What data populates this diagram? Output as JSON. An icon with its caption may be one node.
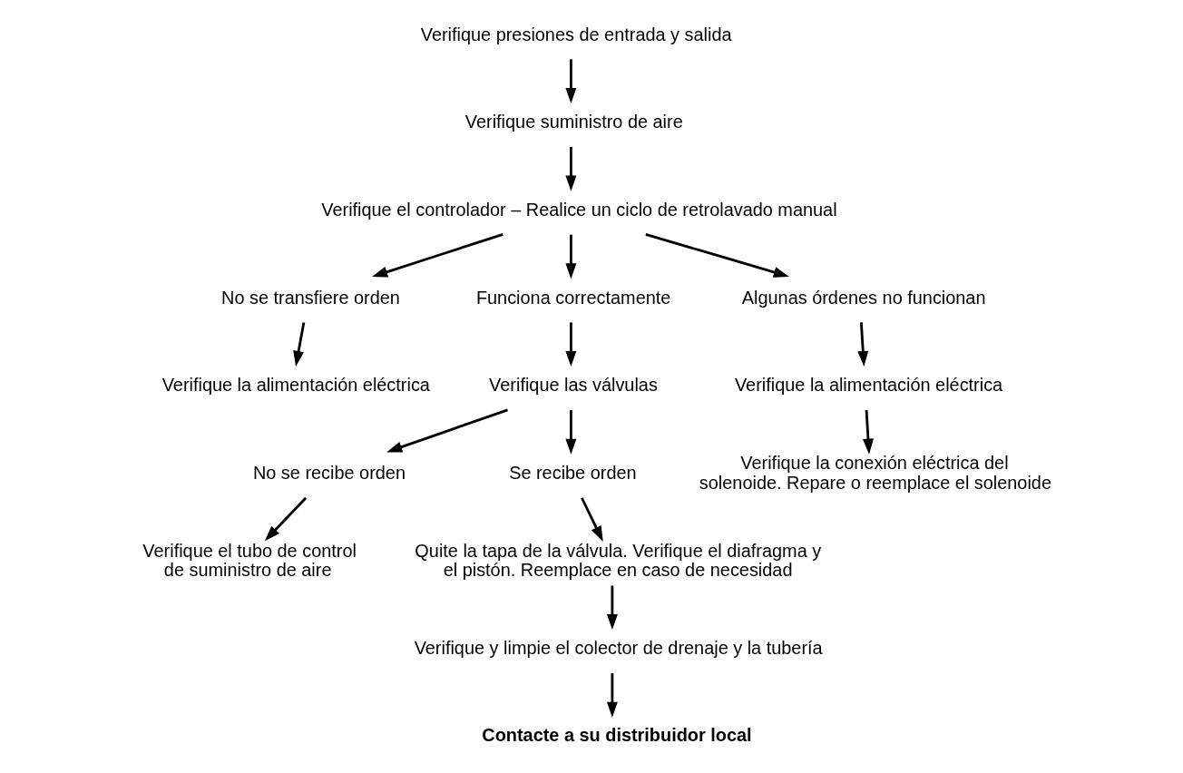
{
  "diagram": {
    "nodes": [
      {
        "text": [
          "Verifique presiones de entrada y salida"
        ]
      },
      {
        "text": [
          "Verifique suministro de aire"
        ]
      },
      {
        "text": [
          "Verifique el controlador – Realice un ciclo de retrolavado manual"
        ]
      },
      {
        "text": [
          "No se transfiere orden"
        ]
      },
      {
        "text": [
          "Funciona correctamente"
        ]
      },
      {
        "text": [
          "Algunas órdenes no funcionan"
        ]
      },
      {
        "text": [
          "Verifique la alimentación eléctrica"
        ]
      },
      {
        "text": [
          "Verifique la alimentación eléctrica"
        ]
      },
      {
        "text": [
          "Verifique la conexión eléctrica del solenoide. Repare o reemplace el solenoide"
        ]
      },
      {
        "text": [
          "Verifique las válvulas"
        ]
      },
      {
        "text": [
          "No se recibe orden"
        ]
      },
      {
        "text": [
          "Se recibe orden"
        ]
      },
      {
        "text": [
          "Verifique el tubo de control de suministro de aire"
        ]
      },
      {
        "text": [
          "Quite la tapa de la válvula. Verifique el diafragma y el pistón. Reemplace en caso de necesidad"
        ]
      },
      {
        "text": [
          "Verifique y limpie el colector de drenaje y la tubería"
        ]
      },
      {
        "text": [
          "Contacte a su distribuidor local"
        ]
      }
    ],
    "edges": [
      {
        "from": 0,
        "to": 1,
        "arrow": "to"
      },
      {
        "from": 1,
        "to": 2,
        "arrow": "to"
      },
      {
        "from": 2,
        "to": 3,
        "arrow": "to"
      },
      {
        "from": 2,
        "to": 4,
        "arrow": "to"
      },
      {
        "from": 2,
        "to": 5,
        "arrow": "to"
      },
      {
        "from": 3,
        "to": 6,
        "arrow": "to"
      },
      {
        "from": 5,
        "to": 7,
        "arrow": "to"
      },
      {
        "from": 7,
        "to": 8,
        "arrow": "to"
      },
      {
        "from": 4,
        "to": 9,
        "arrow": "to"
      },
      {
        "from": 9,
        "to": 10,
        "arrow": "to"
      },
      {
        "from": 9,
        "to": 11,
        "arrow": "to"
      },
      {
        "from": 10,
        "to": 12,
        "arrow": "to"
      },
      {
        "from": 11,
        "to": 13,
        "arrow": "to"
      },
      {
        "from": 13,
        "to": 14,
        "arrow": "to"
      },
      {
        "from": 14,
        "to": 15,
        "arrow": "to"
      }
    ]
  }
}
